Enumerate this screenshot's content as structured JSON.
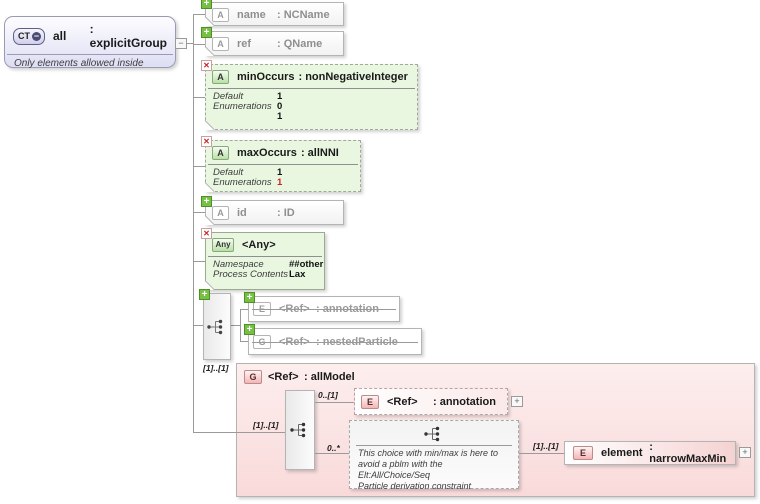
{
  "colors": {
    "attribute_green_fill": "#eaf7e0",
    "group_pink_fill": "#f9dada",
    "enumeration_red": "#cc2222",
    "disabled_gray": "#9a9a9a",
    "root_lavender": "#dedef4"
  },
  "icons": {
    "expand": "+",
    "collapse": "−",
    "optional_add": "+",
    "prohibited": "✕"
  },
  "root": {
    "badge": "CT",
    "name": "all",
    "type": ": explicitGroup",
    "note": "Only elements allowed inside"
  },
  "attr_name": {
    "badge": "A",
    "name": "name",
    "type": ": NCName"
  },
  "attr_ref": {
    "badge": "A",
    "name": "ref",
    "type": ": QName"
  },
  "attr_minoccurs": {
    "badge": "A",
    "name": "minOccurs",
    "type": ": nonNegativeInteger",
    "rows": [
      {
        "label": "Default",
        "value": "1"
      },
      {
        "label": "Enumerations",
        "value": "0"
      },
      {
        "label": "",
        "value": "1"
      }
    ]
  },
  "attr_maxoccurs": {
    "badge": "A",
    "name": "maxOccurs",
    "type": ": allNNI",
    "rows": [
      {
        "label": "Default",
        "value": "1"
      },
      {
        "label": "Enumerations",
        "value": "1"
      }
    ]
  },
  "attr_id": {
    "badge": "A",
    "name": "id",
    "type": ": ID"
  },
  "any": {
    "badge": "Any",
    "name": "<Any>",
    "rows": [
      {
        "label": "Namespace",
        "value": "##other"
      },
      {
        "label": "Process Contents",
        "value": "Lax"
      }
    ]
  },
  "sequence": {
    "cardinality": "[1]..[1]",
    "annotation_ref": {
      "badge": "E",
      "name": "<Ref>",
      "type": ": annotation"
    },
    "nested_particle_ref": {
      "badge": "G",
      "name": "<Ref>",
      "type": ": nestedParticle"
    }
  },
  "all_model": {
    "badge": "G",
    "name": "<Ref>",
    "type": ": allModel",
    "cardinality": "[1]..[1]",
    "annotation_ref": {
      "cardinality": "0..[1]",
      "badge": "E",
      "name": "<Ref>",
      "type": ": annotation"
    },
    "choice": {
      "cardinality": "0..*",
      "note_lines": [
        "This choice with min/max is here to",
        "avoid a pblm with the Elt:All/Choice/Seq",
        "Particle derivation constraint"
      ]
    },
    "element": {
      "cardinality": "[1]..[1]",
      "badge": "E",
      "name": "element",
      "type": ": narrowMaxMin"
    }
  }
}
